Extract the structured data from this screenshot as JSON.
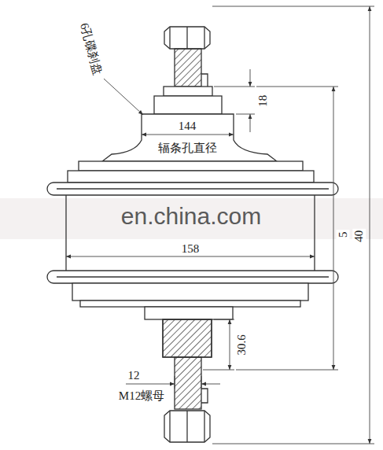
{
  "diagram": {
    "labels": [
      "6孔碟刹盘",
      "18",
      "144",
      "辐条孔直径",
      "158",
      "5",
      "40",
      "30.6",
      "12",
      "M12螺母",
      "en.china.com"
    ]
  }
}
